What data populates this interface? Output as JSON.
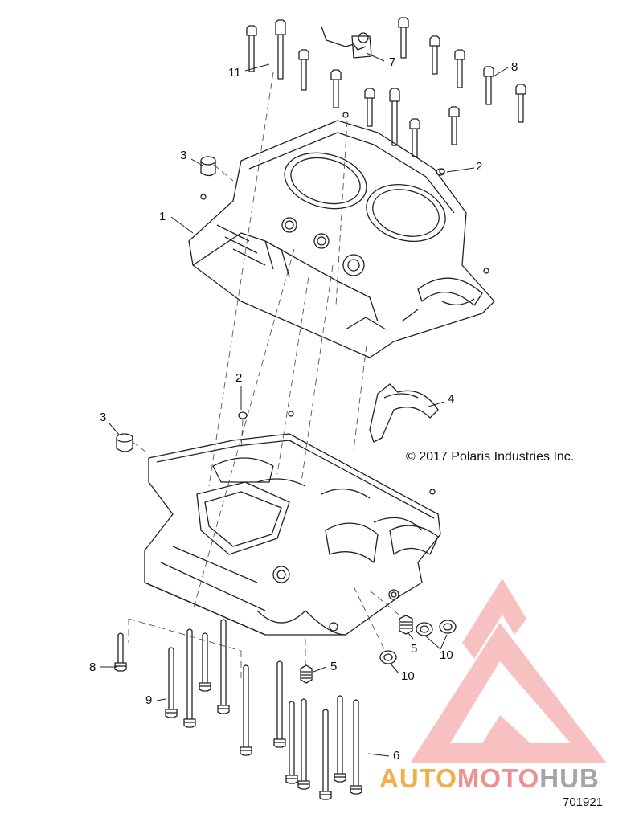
{
  "diagram": {
    "callouts": [
      {
        "id": "c11",
        "label": "11"
      },
      {
        "id": "c7",
        "label": "7"
      },
      {
        "id": "c8-top",
        "label": "8"
      },
      {
        "id": "c3-top",
        "label": "3"
      },
      {
        "id": "c2-top",
        "label": "2"
      },
      {
        "id": "c1",
        "label": "1"
      },
      {
        "id": "c2-mid",
        "label": "2"
      },
      {
        "id": "c4",
        "label": "4"
      },
      {
        "id": "c3-mid",
        "label": "3"
      },
      {
        "id": "c5-right",
        "label": "5"
      },
      {
        "id": "c10-right",
        "label": "10"
      },
      {
        "id": "c8-bottom",
        "label": "8"
      },
      {
        "id": "c5-center",
        "label": "5"
      },
      {
        "id": "c10-center",
        "label": "10"
      },
      {
        "id": "c9",
        "label": "9"
      },
      {
        "id": "c6",
        "label": "6"
      }
    ],
    "copyright": "© 2017 Polaris Industries Inc.",
    "diagram_number": "701921"
  },
  "watermark": {
    "part1": "AUTO",
    "part2": "MOTO",
    "part3": "HUB",
    "colors": {
      "auto": "#f4ad48",
      "moto": "#ee9090",
      "hub": "#a5a5a5",
      "triangle": "#ef8f8f"
    }
  }
}
